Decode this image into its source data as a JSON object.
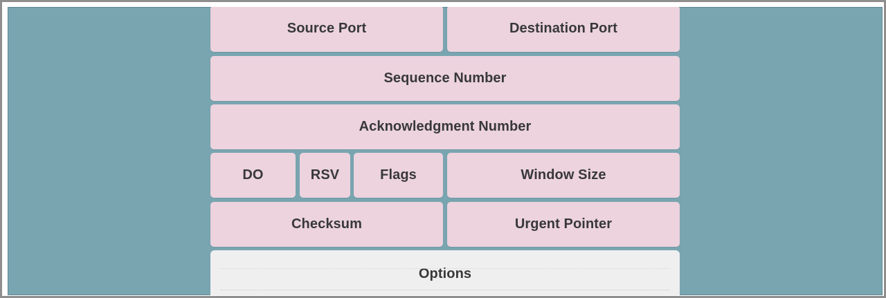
{
  "diagram": {
    "fields": {
      "source_port": "Source Port",
      "destination_port": "Destination Port",
      "sequence_number": "Sequence Number",
      "acknowledgment_number": "Acknowledgment Number",
      "data_offset": "DO",
      "reserved": "RSV",
      "flags": "Flags",
      "window_size": "Window Size",
      "checksum": "Checksum",
      "urgent_pointer": "Urgent Pointer",
      "options": "Options"
    },
    "colors": {
      "background": "#79a5b0",
      "field_fill": "#ecd3de",
      "options_fill": "#efeff0",
      "text": "#383838",
      "frame_border": "#8e8e8e"
    }
  }
}
